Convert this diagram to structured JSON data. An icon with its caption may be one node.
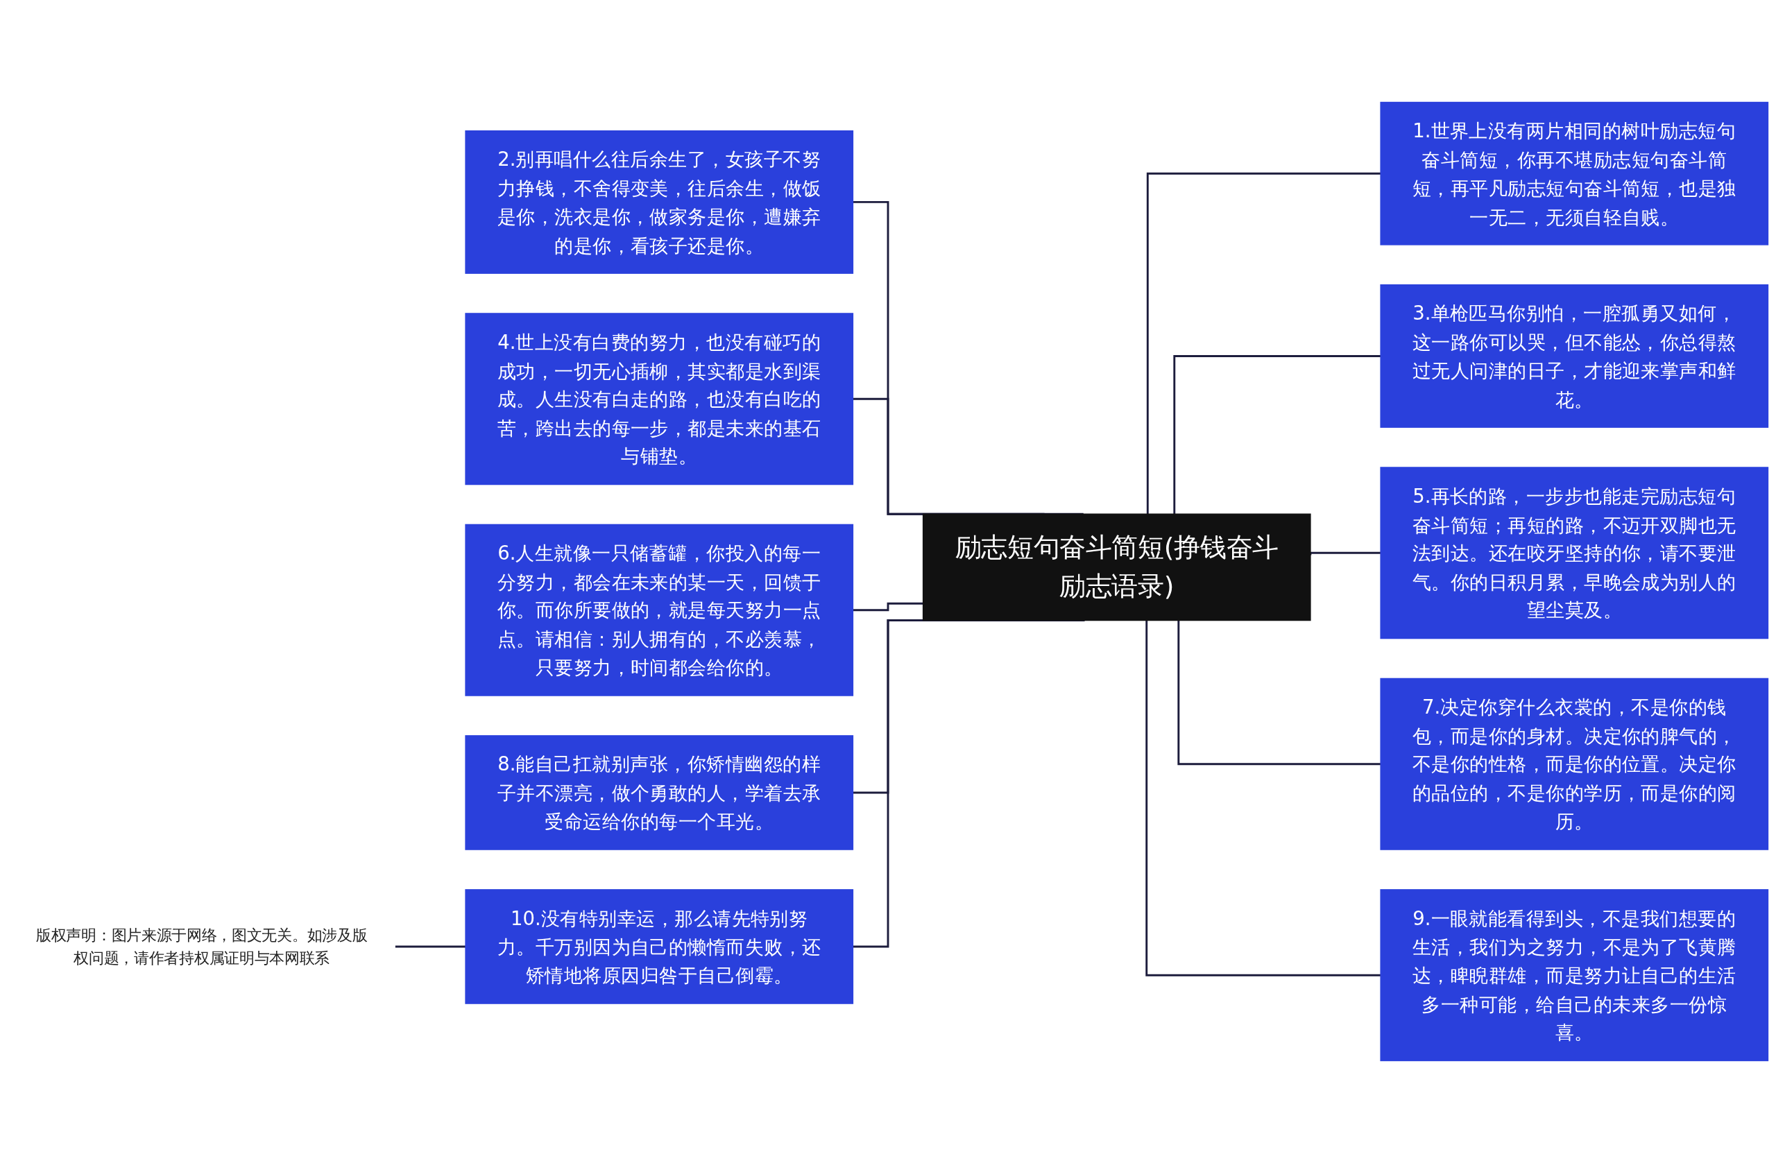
{
  "diagram": {
    "nodes": [
      {
        "text": [
          "励志短句奋斗简短(挣钱奋斗励志语录)"
        ]
      },
      {
        "text": [
          "1.世界上没有两片相同的树叶励志短句奋斗简短，你再不堪励志短句奋斗简短，再平凡励志短句奋斗简短，也是独一无二，无须自轻自贱。"
        ]
      },
      {
        "text": [
          "2.别再唱什么往后余生了，女孩子不努力挣钱，不舍得变美，往后余生，做饭是你，洗衣是你，做家务是你，遭嫌弃的是你，看孩子还是你。"
        ]
      },
      {
        "text": [
          "3.单枪匹马你别怕，一腔孤勇又如何，这一路你可以哭，但不能怂，你总得熬过无人问津的日子，才能迎来掌声和鲜花。"
        ]
      },
      {
        "text": [
          "4.世上没有白费的努力，也没有碰巧的成功，一切无心插柳，其实都是水到渠成。人生没有白走的路，也没有白吃的苦，跨出去的每一步，都是未来的基石与铺垫。"
        ]
      },
      {
        "text": [
          "5.再长的路，一步步也能走完励志短句奋斗简短；再短的路，不迈开双脚也无法到达。还在咬牙坚持的你，请不要泄气。你的日积月累，早晚会成为别人的望尘莫及。"
        ]
      },
      {
        "text": [
          "6.人生就像一只储蓄罐，你投入的每一分努力，都会在未来的某一天，回馈于你。而你所要做的，就是每天努力一点点。请相信：别人拥有的，不必羡慕，只要努力，时间都会给你的。"
        ]
      },
      {
        "text": [
          "7.决定你穿什么衣裳的，不是你的钱包，而是你的身材。决定你的脾气的，不是你的性格，而是你的位置。决定你的品位的，不是你的学历，而是你的阅历。"
        ]
      },
      {
        "text": [
          "8.能自己扛就别声张，你矫情幽怨的样子并不漂亮，做个勇敢的人，学着去承受命运给你的每一个耳光。"
        ]
      },
      {
        "text": [
          "9.一眼就能看得到头，不是我们想要的生活，我们为之努力，不是为了飞黄腾达，睥睨群雄，而是努力让自己的生活多一种可能，给自己的未来多一份惊喜。"
        ]
      },
      {
        "text": [
          "10.没有特别幸运，那么请先特别努力。千万别因为自己的懒惰而失败，还矫情地将原因归咎于自己倒霉。"
        ]
      },
      {
        "text": [
          "版权声明：图片来源于网络，图文无关。如涉及版权问题，请作者持权属证明与本网联系"
        ]
      }
    ],
    "edges": [
      {
        "from": 0,
        "to": 1,
        "arrow": "none"
      },
      {
        "from": 0,
        "to": 2,
        "arrow": "none"
      },
      {
        "from": 0,
        "to": 3,
        "arrow": "none"
      },
      {
        "from": 0,
        "to": 4,
        "arrow": "none"
      },
      {
        "from": 0,
        "to": 5,
        "arrow": "none"
      },
      {
        "from": 0,
        "to": 6,
        "arrow": "none"
      },
      {
        "from": 0,
        "to": 7,
        "arrow": "none"
      },
      {
        "from": 0,
        "to": 8,
        "arrow": "none"
      },
      {
        "from": 0,
        "to": 9,
        "arrow": "none"
      },
      {
        "from": 0,
        "to": 10,
        "arrow": "none"
      },
      {
        "from": 10,
        "to": 11,
        "arrow": "none"
      }
    ]
  }
}
